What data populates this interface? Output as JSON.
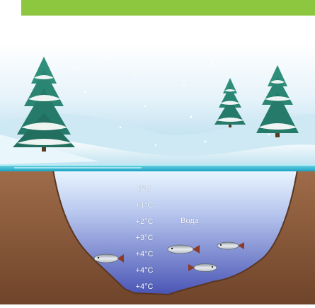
{
  "temperatures": [
    "0°C",
    "+1°C",
    "+2°C",
    "+3°C",
    "+4°C",
    "+4°C",
    "+4°C"
  ],
  "water_label": "Вода",
  "colors": {
    "banner": "#8dc63f",
    "sky": "#dceef7",
    "snow": "#f4fbff",
    "ice": "#48c2d8",
    "earth": "#8b5a3c",
    "water": "#6f78c6",
    "tree": "#2f8f7a"
  },
  "icons": {
    "tree": "fir-tree-icon",
    "fish": "fish-icon"
  }
}
